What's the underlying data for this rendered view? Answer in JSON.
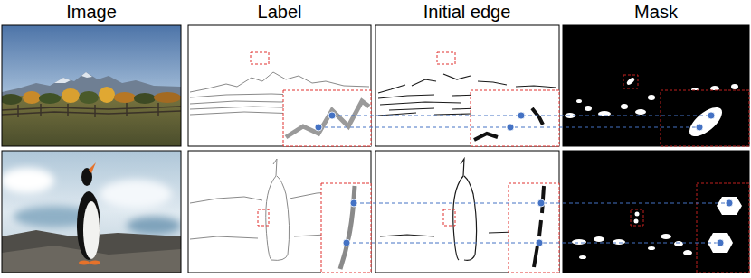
{
  "diagram": {
    "labels": [
      "Image",
      "Label",
      "Initial edge",
      "Mask"
    ]
  }
}
